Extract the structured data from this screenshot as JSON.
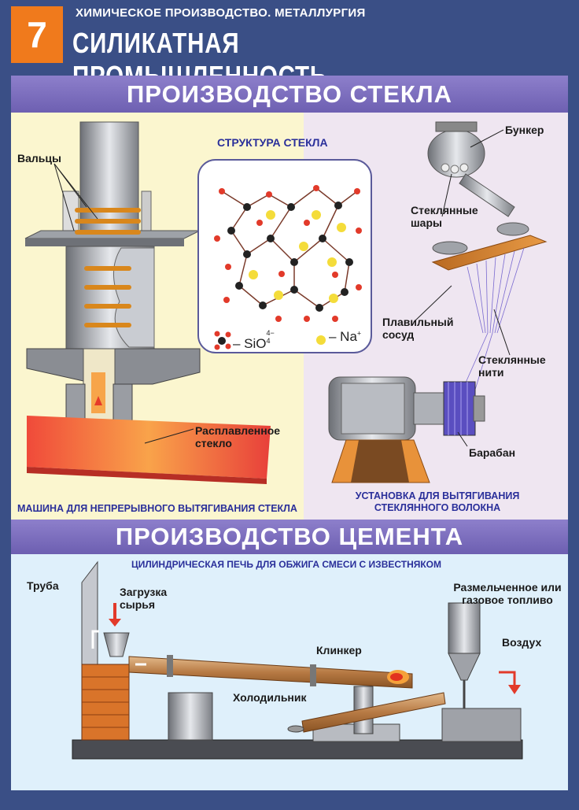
{
  "header": {
    "number": "7",
    "subtitle": "ХИМИЧЕСКОЕ ПРОИЗВОДСТВО. МЕТАЛЛУРГИЯ",
    "title": "СИЛИКАТНАЯ ПРОМЫШЛЕННОСТЬ"
  },
  "glass": {
    "heading": "ПРОИЗВОДСТВО СТЕКЛА",
    "structure_title": "СТРУКТУРА СТЕКЛА",
    "legend_sio": "– SiO",
    "legend_sio_sup": "4−",
    "legend_sio_sub": "4",
    "legend_na": "– Na",
    "legend_na_sup": "+",
    "labels": {
      "rollers": "Вальцы",
      "molten": "Расплавленное стекло",
      "bunker": "Бункер",
      "balls": "Стеклянные шары",
      "vessel": "Плавильный сосуд",
      "threads": "Стеклянные нити",
      "drum": "Барабан"
    },
    "caption_left": "МАШИНА ДЛЯ НЕПРЕРЫВНОГО ВЫТЯГИВАНИЯ СТЕКЛА",
    "caption_right": "УСТАНОВКА ДЛЯ ВЫТЯГИВАНИЯ СТЕКЛЯННОГО ВОЛОКНА"
  },
  "cement": {
    "heading": "ПРОИЗВОДСТВО ЦЕМЕНТА",
    "caption": "ЦИЛИНДРИЧЕСКАЯ ПЕЧЬ ДЛЯ ОБЖИГА СМЕСИ С ИЗВЕСТНЯКОМ",
    "labels": {
      "pipe": "Труба",
      "loading": "Загрузка сырья",
      "fuel": "Размельченное или газовое топливо",
      "clinker": "Клинкер",
      "air": "Воздух",
      "cooler": "Холодильник"
    }
  },
  "colors": {
    "background": "#3a4f86",
    "accent_orange": "#f07a1c",
    "section_purple": "#7566b9",
    "caption_blue": "#2a2f9a"
  }
}
